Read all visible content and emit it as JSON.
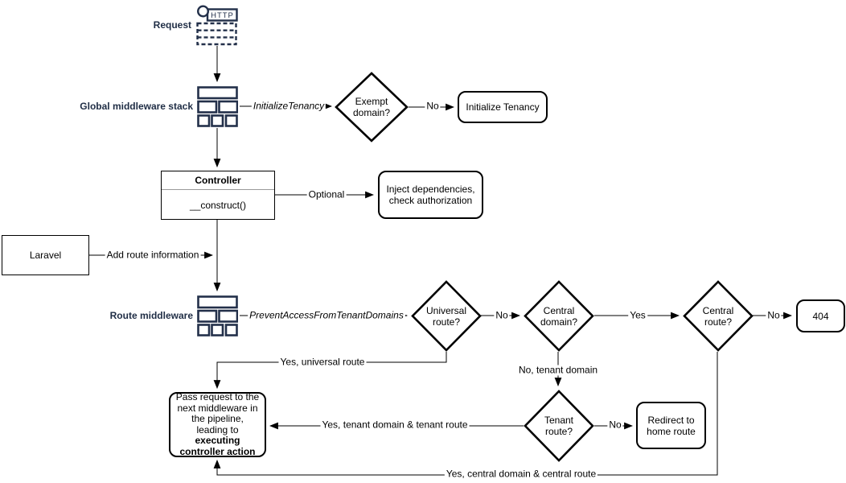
{
  "diagram": {
    "labels": {
      "request": "Request",
      "global_middleware": "Global middleware stack",
      "route_middleware": "Route middleware"
    },
    "icons": {
      "http_text": "HTTP"
    },
    "nodes": {
      "exempt_domain": "Exempt domain?",
      "initialize_tenancy": "Initialize Tenancy",
      "controller_title": "Controller",
      "controller_method": "__construct()",
      "inject_dependencies": "Inject dependencies, check authorization",
      "laravel": "Laravel",
      "universal_route": "Universal route?",
      "central_domain": "Central domain?",
      "central_route": "Central route?",
      "not_found": "404",
      "tenant_route": "Tenant route?",
      "redirect_home": "Redirect to home route",
      "pass_request_normal": "Pass request to the next middleware in the pipeline, leading to ",
      "pass_request_bold": "executing controller action"
    },
    "edge_labels": {
      "initialize_tenancy_mw": "InitializeTenancy",
      "no_exempt": "No",
      "optional": "Optional",
      "add_route_information": "Add route information",
      "prevent_access": "PreventAccessFromTenantDomains",
      "no_universal": "No",
      "yes_central_domain": "Yes",
      "no_central_route": "No",
      "yes_universal_route": "Yes, universal route",
      "no_tenant_domain": "No, tenant domain",
      "no_tenant_route": "No",
      "yes_tenant_domain_route": "Yes, tenant domain & tenant route",
      "yes_central_domain_route": "Yes, central domain & central route"
    },
    "colors": {
      "label_text": "#1f2d45",
      "icon_stroke": "#23304a",
      "shape_stroke": "#000000",
      "background": "#ffffff"
    }
  }
}
